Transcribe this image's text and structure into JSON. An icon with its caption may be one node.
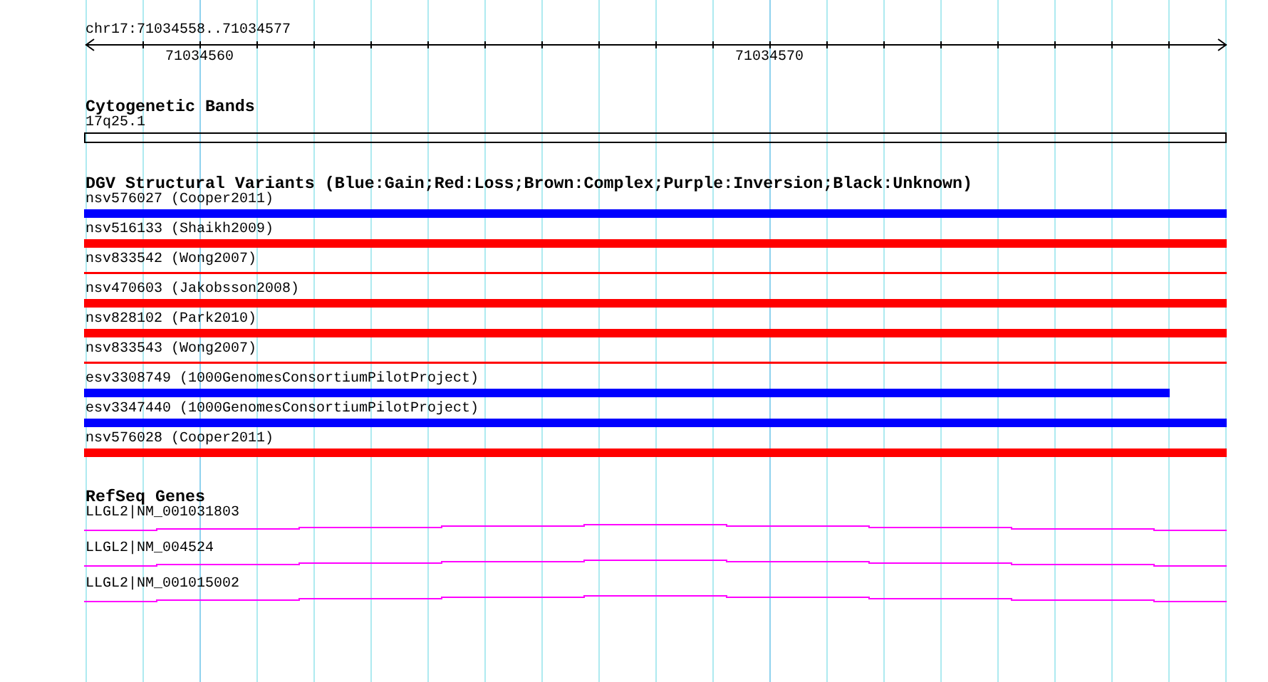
{
  "diagram": {
    "labels": [
      "chr17:71034558..71034577",
      "71034560",
      "71034570",
      "Cytogenetic Bands",
      "17q25.1",
      "DGV Structural Variants (Blue:Gain;Red:Loss;Brown:Complex;Purple:Inversion;Black:Unknown)",
      "nsv576027 (Cooper2011)",
      "nsv516133 (Shaikh2009)",
      "nsv833542 (Wong2007)",
      "nsv470603 (Jakobsson2008)",
      "nsv828102 (Park2010)",
      "nsv833543 (Wong2007)",
      "esv3308749 (1000GenomesConsortiumPilotProject)",
      "esv3347440 (1000GenomesConsortiumPilotProject)",
      "nsv576028 (Cooper2011)",
      "RefSeq Genes",
      "LLGL2|NM_001031803",
      "LLGL2|NM_004524",
      "LLGL2|NM_001015002"
    ]
  }
}
